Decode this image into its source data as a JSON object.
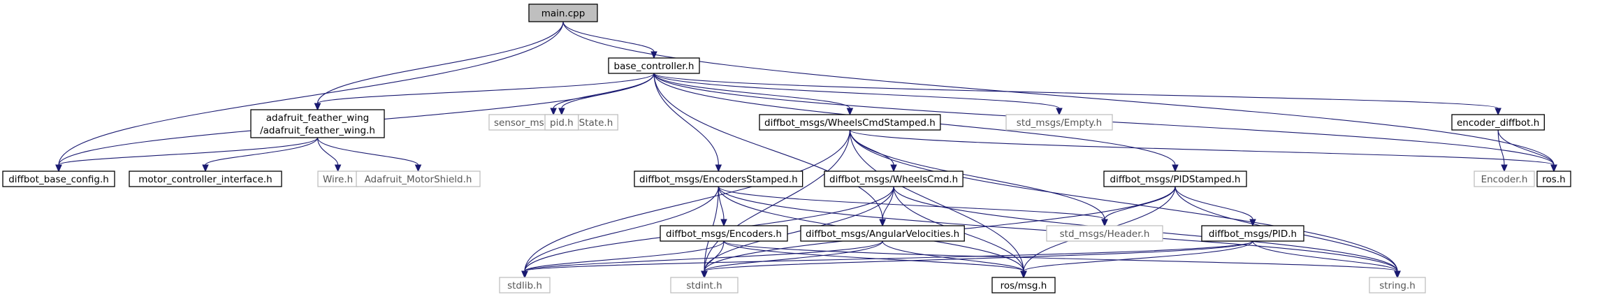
{
  "graph": {
    "nodes": [
      {
        "id": "main",
        "lines": [
          "main.cpp"
        ],
        "style": "root"
      },
      {
        "id": "base",
        "lines": [
          "base_controller.h"
        ],
        "style": "normal"
      },
      {
        "id": "afw",
        "lines": [
          "adafruit_feather_wing",
          "/adafruit_feather_wing.h"
        ],
        "style": "normal"
      },
      {
        "id": "joint",
        "lines": [
          "sensor_msgs/JointState.h"
        ],
        "style": "external"
      },
      {
        "id": "pid",
        "lines": [
          "pid.h"
        ],
        "style": "external"
      },
      {
        "id": "wcs",
        "lines": [
          "diffbot_msgs/WheelsCmdStamped.h"
        ],
        "style": "normal"
      },
      {
        "id": "empty",
        "lines": [
          "std_msgs/Empty.h"
        ],
        "style": "external"
      },
      {
        "id": "encdb",
        "lines": [
          "encoder_diffbot.h"
        ],
        "style": "normal"
      },
      {
        "id": "dbc",
        "lines": [
          "diffbot_base_config.h"
        ],
        "style": "normal"
      },
      {
        "id": "mci",
        "lines": [
          "motor_controller_interface.h"
        ],
        "style": "normal"
      },
      {
        "id": "wire",
        "lines": [
          "Wire.h"
        ],
        "style": "external"
      },
      {
        "id": "ams",
        "lines": [
          "Adafruit_MotorShield.h"
        ],
        "style": "external"
      },
      {
        "id": "encst",
        "lines": [
          "diffbot_msgs/EncodersStamped.h"
        ],
        "style": "normal"
      },
      {
        "id": "wc",
        "lines": [
          "diffbot_msgs/WheelsCmd.h"
        ],
        "style": "normal"
      },
      {
        "id": "pidst",
        "lines": [
          "diffbot_msgs/PIDStamped.h"
        ],
        "style": "normal"
      },
      {
        "id": "encoder",
        "lines": [
          "Encoder.h"
        ],
        "style": "external"
      },
      {
        "id": "ros",
        "lines": [
          "ros.h"
        ],
        "style": "normal"
      },
      {
        "id": "enc",
        "lines": [
          "diffbot_msgs/Encoders.h"
        ],
        "style": "normal"
      },
      {
        "id": "av",
        "lines": [
          "diffbot_msgs/AngularVelocities.h"
        ],
        "style": "normal"
      },
      {
        "id": "header",
        "lines": [
          "std_msgs/Header.h"
        ],
        "style": "external"
      },
      {
        "id": "pidh",
        "lines": [
          "diffbot_msgs/PID.h"
        ],
        "style": "normal"
      },
      {
        "id": "stdlib",
        "lines": [
          "stdlib.h"
        ],
        "style": "external"
      },
      {
        "id": "stdint",
        "lines": [
          "stdint.h"
        ],
        "style": "external"
      },
      {
        "id": "rosmsg",
        "lines": [
          "ros/msg.h"
        ],
        "style": "normal"
      },
      {
        "id": "string",
        "lines": [
          "string.h"
        ],
        "style": "external"
      }
    ],
    "edges": [
      [
        "main",
        "base"
      ],
      [
        "main",
        "afw"
      ],
      [
        "main",
        "dbc"
      ],
      [
        "main",
        "ros"
      ],
      [
        "base",
        "afw"
      ],
      [
        "base",
        "dbc"
      ],
      [
        "base",
        "joint"
      ],
      [
        "base",
        "pid"
      ],
      [
        "base",
        "wcs"
      ],
      [
        "base",
        "empty"
      ],
      [
        "base",
        "encdb"
      ],
      [
        "base",
        "encst"
      ],
      [
        "base",
        "av"
      ],
      [
        "base",
        "pidst"
      ],
      [
        "base",
        "ros"
      ],
      [
        "afw",
        "dbc"
      ],
      [
        "afw",
        "mci"
      ],
      [
        "afw",
        "wire"
      ],
      [
        "afw",
        "ams"
      ],
      [
        "wcs",
        "wc"
      ],
      [
        "wcs",
        "header"
      ],
      [
        "wcs",
        "stdlib"
      ],
      [
        "wcs",
        "stdint"
      ],
      [
        "wcs",
        "rosmsg"
      ],
      [
        "wcs",
        "string"
      ],
      [
        "wcs",
        "ros"
      ],
      [
        "encdb",
        "encoder"
      ],
      [
        "encdb",
        "ros"
      ],
      [
        "encst",
        "enc"
      ],
      [
        "encst",
        "header"
      ],
      [
        "encst",
        "stdlib"
      ],
      [
        "encst",
        "stdint"
      ],
      [
        "encst",
        "rosmsg"
      ],
      [
        "encst",
        "string"
      ],
      [
        "wc",
        "av"
      ],
      [
        "wc",
        "stdlib"
      ],
      [
        "wc",
        "stdint"
      ],
      [
        "wc",
        "rosmsg"
      ],
      [
        "wc",
        "string"
      ],
      [
        "pidst",
        "pidh"
      ],
      [
        "pidst",
        "header"
      ],
      [
        "pidst",
        "stdint"
      ],
      [
        "pidst",
        "rosmsg"
      ],
      [
        "pidst",
        "string"
      ],
      [
        "enc",
        "stdlib"
      ],
      [
        "enc",
        "stdint"
      ],
      [
        "enc",
        "rosmsg"
      ],
      [
        "enc",
        "string"
      ],
      [
        "av",
        "stdlib"
      ],
      [
        "av",
        "stdint"
      ],
      [
        "av",
        "rosmsg"
      ],
      [
        "pidh",
        "stdlib"
      ],
      [
        "pidh",
        "stdint"
      ],
      [
        "pidh",
        "rosmsg"
      ],
      [
        "pidh",
        "string"
      ]
    ],
    "colors": {
      "edge": "#191970",
      "normal_border": "#000000",
      "external_border": "#bfbfbf",
      "root_fill": "#bfbfbf",
      "node_fill": "#ffffff"
    }
  }
}
